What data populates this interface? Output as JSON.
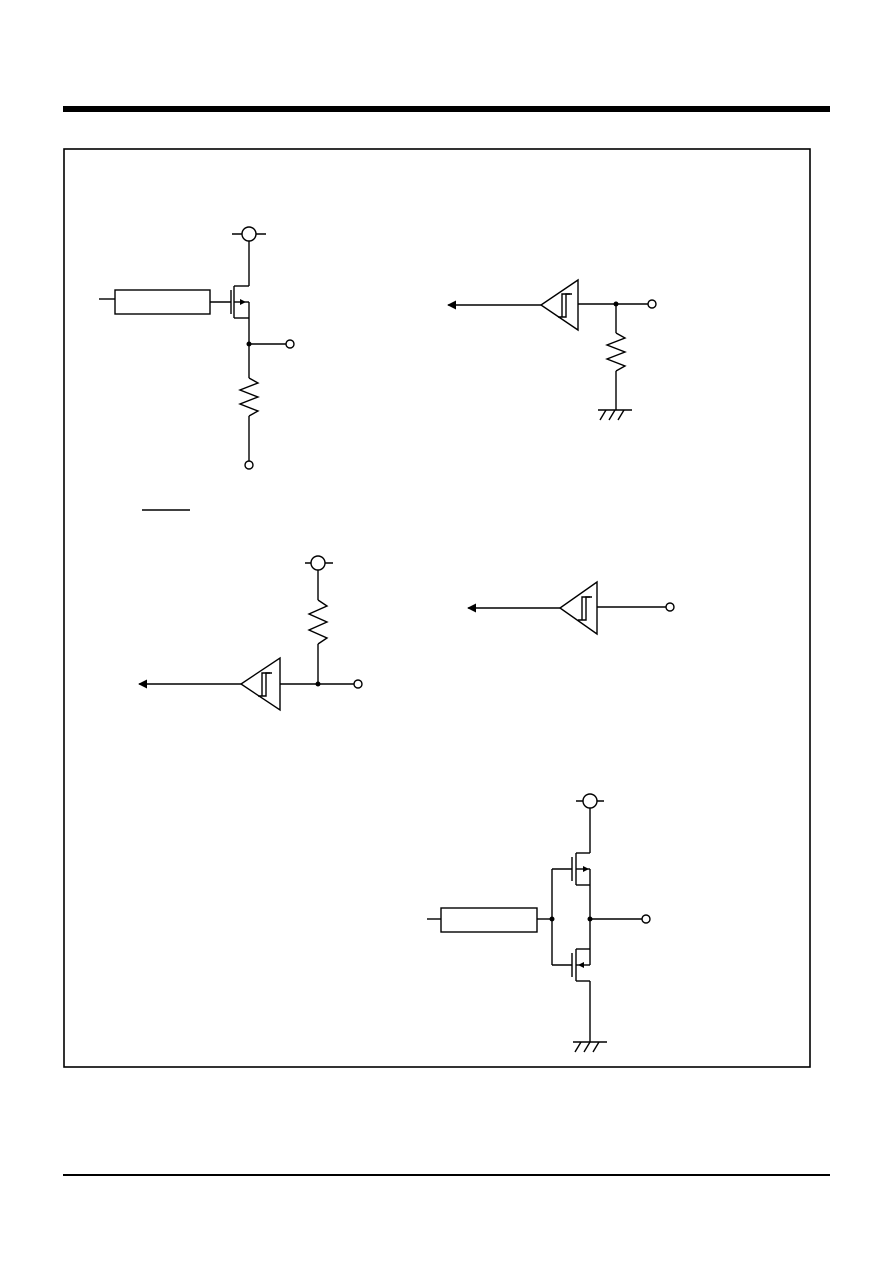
{
  "page": {
    "has_top_rule": true,
    "has_bottom_rule": true
  },
  "diagram": {
    "elements": [
      {
        "name": "open-drain-output-circuit",
        "parts": [
          "supply-pin",
          "control-block",
          "n-channel-transistor",
          "output-pin",
          "resistor",
          "terminal-pin"
        ]
      },
      {
        "name": "pull-down-input-circuit",
        "parts": [
          "schmitt-buffer",
          "input-pin",
          "pull-down-resistor",
          "ground"
        ]
      },
      {
        "name": "pull-up-input-circuit",
        "parts": [
          "supply-pin",
          "pull-up-resistor",
          "schmitt-buffer",
          "input-pin"
        ]
      },
      {
        "name": "plain-input-circuit",
        "parts": [
          "schmitt-buffer",
          "input-pin"
        ]
      },
      {
        "name": "cmos-output-circuit",
        "parts": [
          "supply-pin",
          "control-block",
          "p-channel-transistor",
          "n-channel-transistor",
          "output-pin",
          "ground"
        ]
      }
    ],
    "overline_present": true
  }
}
